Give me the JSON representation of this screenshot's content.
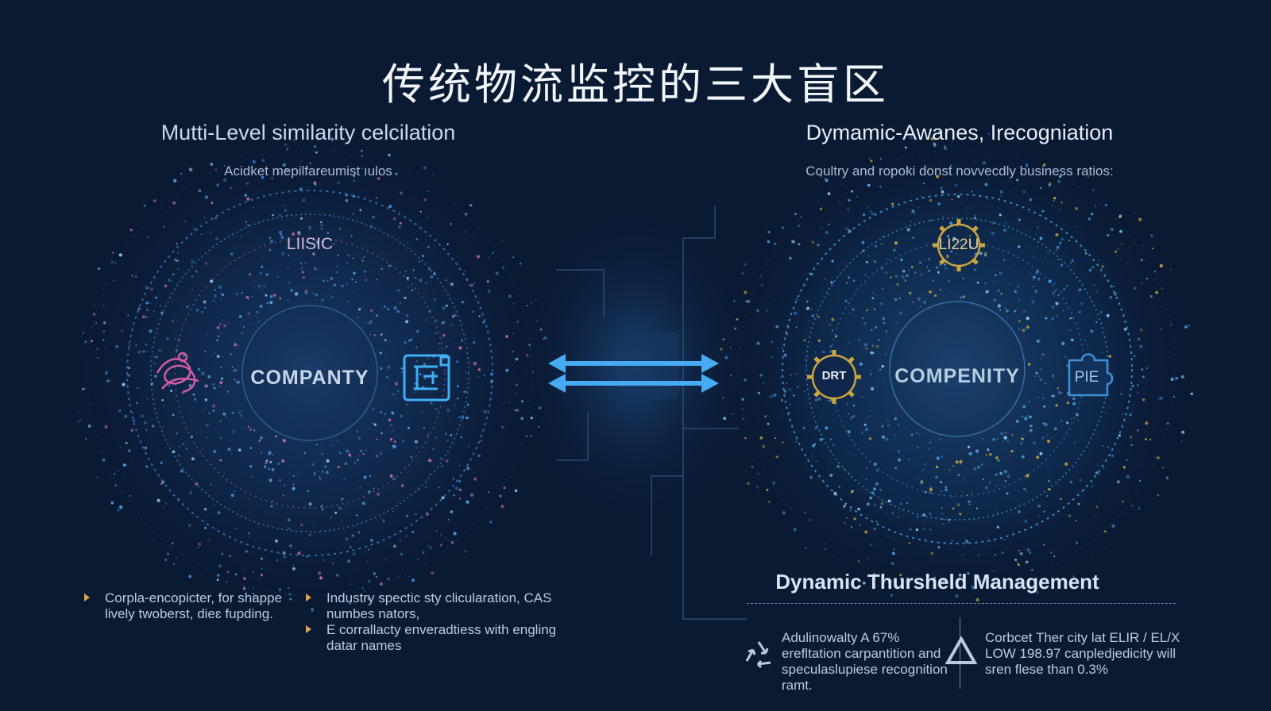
{
  "title": "传统物流监控的三大盲区",
  "left": {
    "heading": "Mutti-Level similarity celcilation",
    "subheading": "Acidket mepilfareumist ıulos",
    "ring_label": "LIISIC",
    "center_label": "COMPANTY",
    "icons": [
      "knot-icon",
      "document-icon"
    ],
    "bullets_col1": [
      "Corpla-encopicter, for shappe lively twoberst, dieɛ fupding."
    ],
    "bullets_col2": [
      "Industry spectic sty clicularation, CAS numbes nators,",
      "E corrallacty enveradtiess with engling datar names"
    ]
  },
  "right": {
    "heading": "Dymamic-Awanes, Irecogniation",
    "subheading": "Coultry and ropoki donst novvecdly business ratios:",
    "ring_label_top": "LI22U",
    "ring_label_left": "DRT",
    "ring_label_right": "PIE",
    "center_label": "COMPENITY"
  },
  "dynamic": {
    "title": "Dynamic Thursheld Management",
    "block1": "Adulinowalty A 67% erefltation carpantition and speculaslupiese recognition ramt.",
    "block2": "Corbcet Ther city lat ELIR / EL/X LOW 198.97 canpledjedicity will sren flese than 0.3%"
  },
  "colors": {
    "background": "#0b1a33",
    "accent_blue": "#3fa9f5",
    "accent_pink": "#d25aa8",
    "accent_gold": "#c9a640"
  }
}
